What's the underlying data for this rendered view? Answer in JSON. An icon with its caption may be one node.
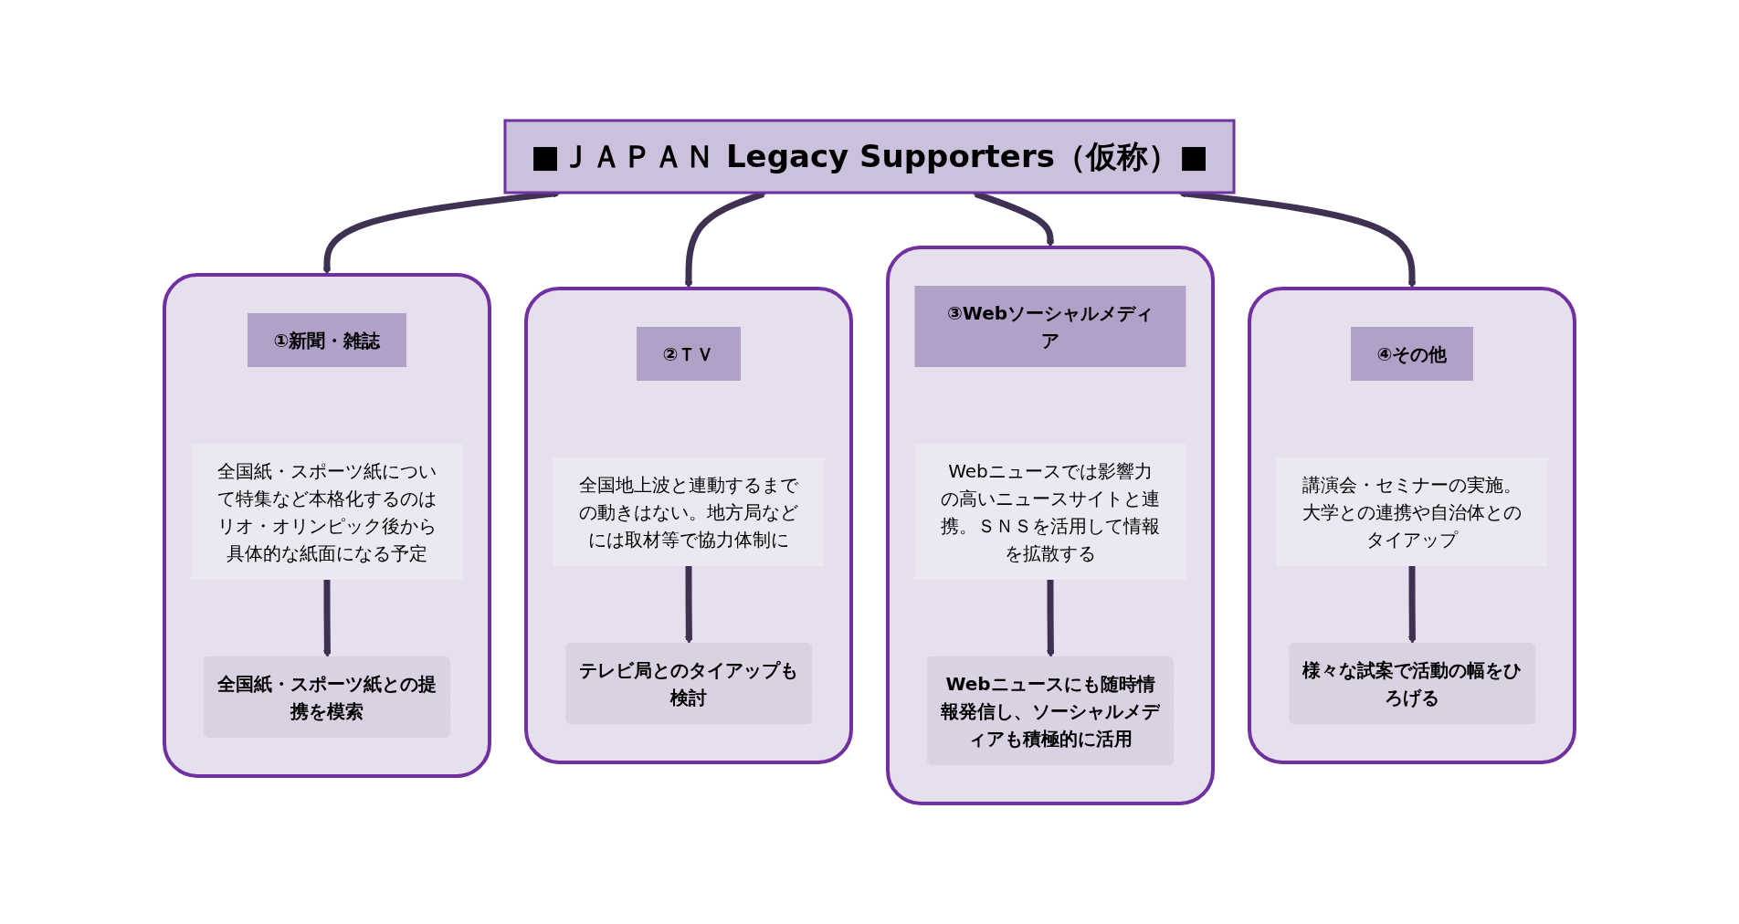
{
  "diagram": {
    "nodes": [
      {
        "text": [
          "■ＪＡＰＡＮ Legacy Supporters（仮称）■"
        ]
      },
      {
        "text": [],
        "shape": "box"
      },
      {
        "text": [
          "①新聞・雑誌"
        ],
        "in": 1
      },
      {
        "text": [
          "全国紙・スポーツ紙について特集など本格化するのはリオ・オリンピック後から具体的な紙面になる予定"
        ],
        "in": 1
      },
      {
        "text": [
          "全国紙・スポーツ紙との提携を模索"
        ],
        "in": 1
      },
      {
        "text": [],
        "shape": "box"
      },
      {
        "text": [
          "②ＴＶ"
        ],
        "in": 5
      },
      {
        "text": [
          "全国地上波と連動するまでの動きはない。地方局などには取材等で協力体制に"
        ],
        "in": 5
      },
      {
        "text": [
          "テレビ局とのタイアップも検討"
        ],
        "in": 5
      },
      {
        "text": [],
        "shape": "box"
      },
      {
        "text": [
          "③Webソーシャルメディア"
        ],
        "in": 9
      },
      {
        "text": [
          "Webニュースでは影響力の高いニュースサイトと連携。ＳＮＳを活用して情報を拡散する"
        ],
        "in": 9
      },
      {
        "text": [
          "Webニュースにも随時情報発信し、ソーシャルメディアも積極的に活用"
        ],
        "in": 9
      },
      {
        "text": [],
        "shape": "box"
      },
      {
        "text": [
          "④その他"
        ],
        "in": 13
      },
      {
        "text": [
          "講演会・セミナーの実施。大学との連携や自治体とのタイアップ"
        ],
        "in": 13
      },
      {
        "text": [
          "様々な試案で活動の幅をひろげる"
        ],
        "in": 13
      }
    ],
    "edges": [
      {
        "from": 0,
        "to": 1,
        "arrow": "both"
      },
      {
        "from": 0,
        "to": 5,
        "arrow": "both"
      },
      {
        "from": 0,
        "to": 9,
        "arrow": "both"
      },
      {
        "from": 0,
        "to": 13,
        "arrow": "both"
      },
      {
        "from": 3,
        "to": 4,
        "arrow": "to"
      },
      {
        "from": 7,
        "to": 8,
        "arrow": "to"
      },
      {
        "from": 11,
        "to": 12,
        "arrow": "to"
      },
      {
        "from": 15,
        "to": 16,
        "arrow": "to"
      }
    ]
  }
}
